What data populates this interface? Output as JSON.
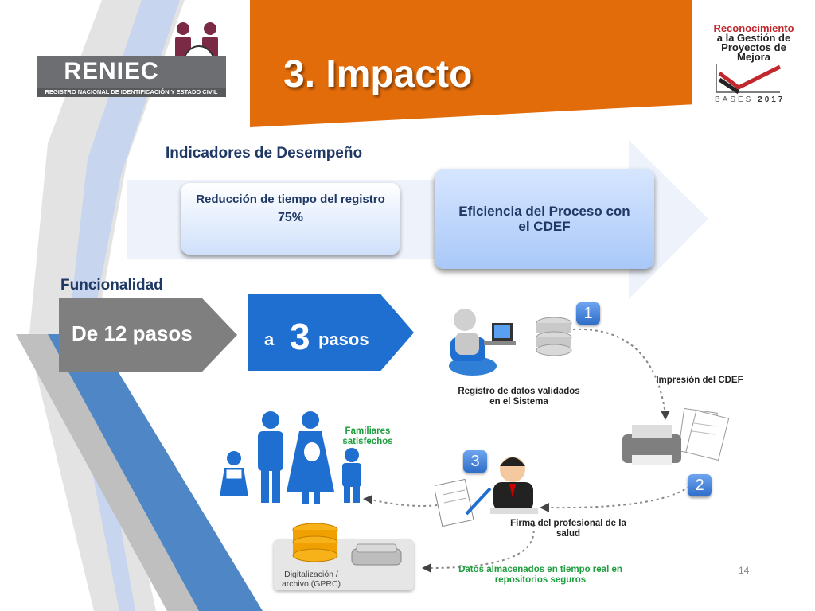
{
  "logo": {
    "name": "RENIEC",
    "subtitle": "REGISTRO NACIONAL DE IDENTIFICACIÓN Y ESTADO CIVIL"
  },
  "title": "3. Impacto",
  "badge": {
    "line1": "Reconocimiento",
    "line2": "a la Gestión de",
    "line3": "Proyectos de",
    "line4": "Mejora",
    "bases_label": "BASES",
    "bases_year": "2017"
  },
  "indicators": {
    "heading": "Indicadores de Desempeño",
    "reduction": {
      "label": "Reducción de tiempo del registro",
      "value": "75%"
    },
    "efficiency": {
      "label": "Eficiencia del Proceso con el CDEF"
    }
  },
  "functionality": {
    "heading": "Funcionalidad",
    "from": "De 12 pasos",
    "to_prefix": "a",
    "to_number": "3",
    "to_suffix": "pasos"
  },
  "process": {
    "step1": {
      "number": "1",
      "label": "Registro de datos validados en el Sistema"
    },
    "step_print": {
      "label": "Impresión del CDEF"
    },
    "step2": {
      "number": "2"
    },
    "step3": {
      "number": "3",
      "label": "Firma del profesional de la salud"
    },
    "families": {
      "label": "Familiares satisfechos"
    },
    "digitization": {
      "label": "Digitalización / archivo (GPRC)"
    },
    "storage": {
      "label": "Datos almacenados en tiempo real en repositorios seguros"
    }
  },
  "page_number": "14",
  "colors": {
    "orange": "#e36c0a",
    "navy": "#1f3864",
    "blue": "#1f6fd0",
    "gray": "#7f7f7f",
    "green": "#1e9e3e"
  }
}
